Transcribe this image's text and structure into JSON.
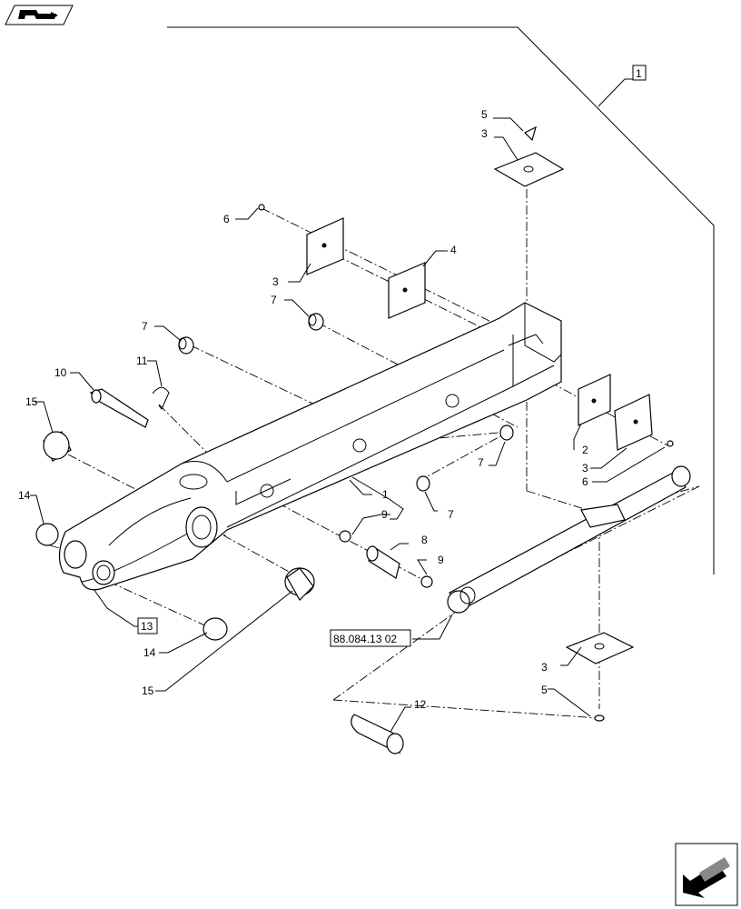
{
  "icons": {
    "top_left": "book-with-arrow-icon",
    "bottom_right": "next-page-arrow-icon"
  },
  "callouts": {
    "c1": "1",
    "c2": "2",
    "c3a": "3",
    "c3b": "3",
    "c3c": "3",
    "c3d": "3",
    "c4": "4",
    "c5a": "5",
    "c5b": "5",
    "c6a": "6",
    "c6b": "6",
    "c7a": "7",
    "c7b": "7",
    "c7c": "7",
    "c7d": "7",
    "c8": "8",
    "c9a": "9",
    "c9b": "9",
    "c10": "10",
    "c11": "11",
    "c12": "12",
    "c13": "13",
    "c14a": "14",
    "c14b": "14",
    "c15a": "15",
    "c15b": "15"
  },
  "reference": "88.084.13 02"
}
